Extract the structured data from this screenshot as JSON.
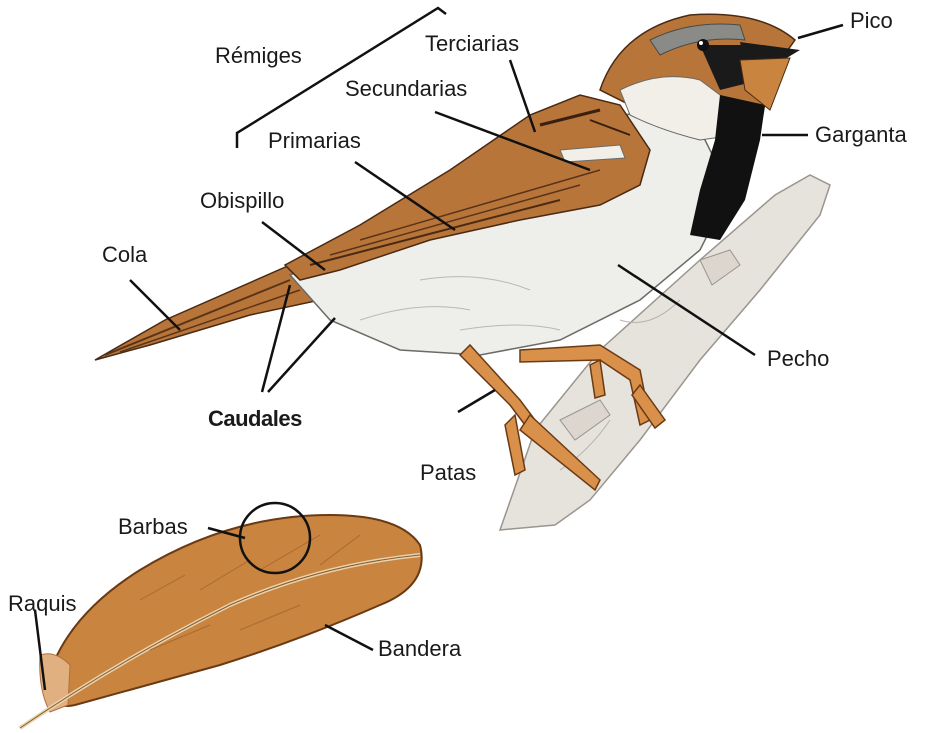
{
  "labels": {
    "remiges": "Rémiges",
    "terciarias": "Terciarias",
    "secundarias": "Secundarias",
    "primarias": "Primarias",
    "obispillo": "Obispillo",
    "cola": "Cola",
    "caudales": "Caudales",
    "patas": "Patas",
    "pico": "Pico",
    "garganta": "Garganta",
    "pecho": "Pecho",
    "barbas": "Barbas",
    "raquis": "Raquis",
    "bandera": "Bandera"
  },
  "colors": {
    "plumage_brown": "#b8753a",
    "dark_brown": "#5a3418",
    "feather": "#c9843f",
    "belly": "#eeeeea",
    "throat": "#111111",
    "leg": "#d8904a",
    "branch": "#e6e2dc",
    "line": "#111111"
  }
}
